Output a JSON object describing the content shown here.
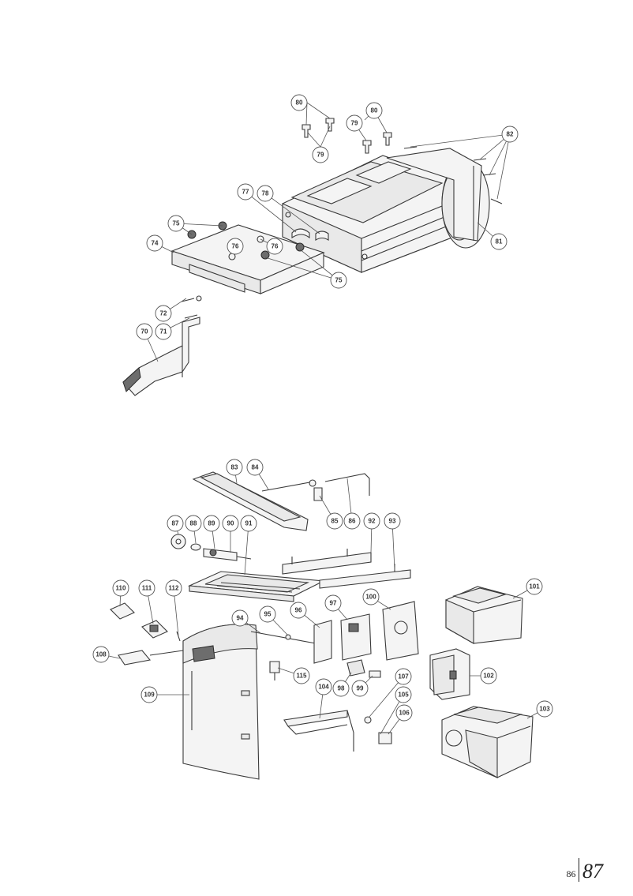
{
  "page": {
    "left_number": "86",
    "right_number": "87"
  },
  "callouts_top": [
    "70",
    "71",
    "72",
    "74",
    "75",
    "75",
    "76",
    "76",
    "77",
    "78",
    "79",
    "79",
    "80",
    "80",
    "81",
    "82"
  ],
  "callouts_bottom": [
    "83",
    "84",
    "85",
    "86",
    "87",
    "88",
    "89",
    "90",
    "91",
    "92",
    "93",
    "94",
    "95",
    "96",
    "97",
    "98",
    "99",
    "100",
    "101",
    "102",
    "103",
    "104",
    "105",
    "106",
    "107",
    "108",
    "109",
    "110",
    "111",
    "112",
    "115"
  ]
}
